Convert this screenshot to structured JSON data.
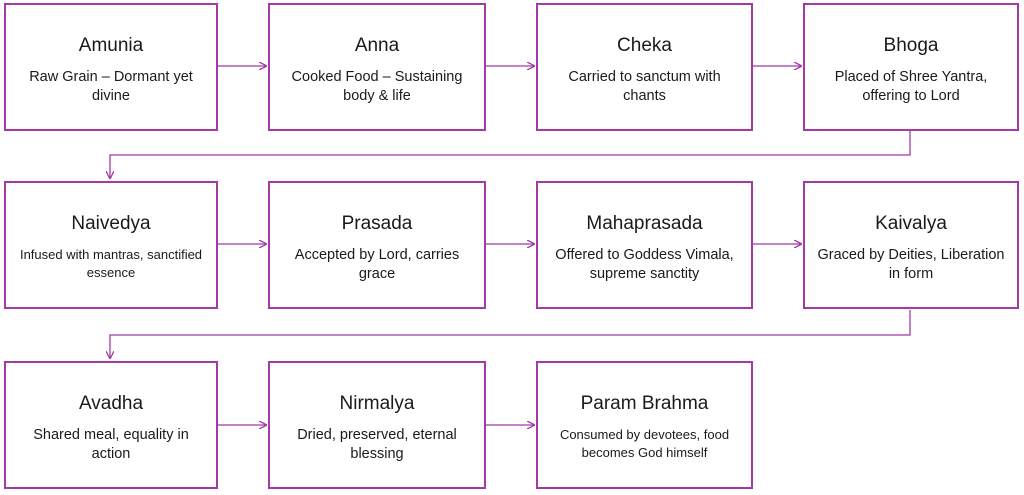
{
  "diagram": {
    "accent_color": "#a23ba6",
    "nodes": [
      {
        "title": "Amunia",
        "desc": "Raw Grain – Dormant yet divine"
      },
      {
        "title": "Anna",
        "desc": "Cooked Food – Sustaining body & life"
      },
      {
        "title": "Cheka",
        "desc": "Carried to sanctum with chants"
      },
      {
        "title": "Bhoga",
        "desc": "Placed of Shree Yantra, offering to Lord"
      },
      {
        "title": "Naivedya",
        "desc": "Infused with mantras, sanctified essence"
      },
      {
        "title": "Prasada",
        "desc": "Accepted by Lord, carries grace"
      },
      {
        "title": "Mahaprasada",
        "desc": "Offered to Goddess Vimala, supreme sanctity"
      },
      {
        "title": "Kaivalya",
        "desc": "Graced by Deities, Liberation in form"
      },
      {
        "title": "Avadha",
        "desc": "Shared meal, equality in action"
      },
      {
        "title": "Nirmalya",
        "desc": "Dried, preserved, eternal blessing"
      },
      {
        "title": "Param Brahma",
        "desc": "Consumed by devotees, food becomes God himself"
      }
    ]
  }
}
